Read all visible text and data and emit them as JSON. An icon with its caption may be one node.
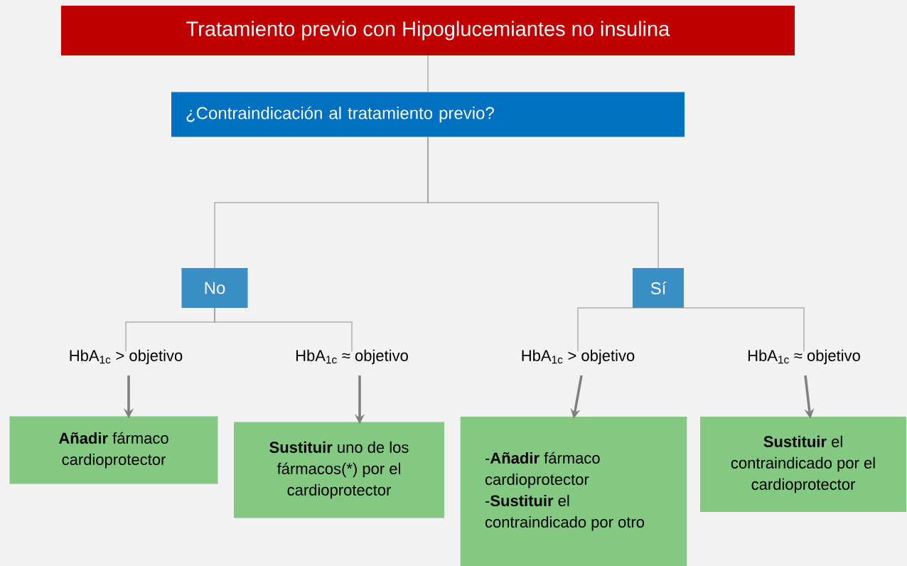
{
  "diagram": {
    "title": "Tratamiento previo con Hipoglucemiantes no insulina",
    "nodes": [
      {
        "text": [
          "¿Contraindicación al tratamiento previo?"
        ]
      },
      {
        "text": [
          "No"
        ]
      },
      {
        "text": [
          "Sí"
        ]
      },
      {
        "text": [
          "HbA$_{1c}$ > objetivo"
        ]
      },
      {
        "text": [
          "HbA$_{1c}$ ≈ objetivo"
        ]
      },
      {
        "text": [
          "HbA$_{1c}$ > objetivo"
        ]
      },
      {
        "text": [
          "HbA$_{1c}$ ≈ objetivo"
        ]
      },
      {
        "text": [
          "**Añadir** fármaco cardioprotector"
        ]
      },
      {
        "text": [
          "**Sustituir** uno de los fármacos(*) por el cardioprotector"
        ]
      },
      {
        "text": [
          "-**Añadir** fármaco cardioprotector",
          "-**Sustituir** el contraindicado por otro"
        ]
      },
      {
        "text": [
          "**Sustituir** el contraindicado  por el cardioprotector"
        ]
      }
    ],
    "edges": [
      {
        "from": 0,
        "to": 1,
        "arrow": "none"
      },
      {
        "from": 0,
        "to": 2,
        "arrow": "none"
      },
      {
        "from": 1,
        "to": 3,
        "arrow": "none"
      },
      {
        "from": 1,
        "to": 4,
        "arrow": "none"
      },
      {
        "from": 2,
        "to": 5,
        "arrow": "none"
      },
      {
        "from": 2,
        "to": 6,
        "arrow": "none"
      },
      {
        "from": 3,
        "to": 7,
        "arrow": "to",
        "style": "thick"
      },
      {
        "from": 4,
        "to": 8,
        "arrow": "to",
        "style": "thick"
      },
      {
        "from": 5,
        "to": 9,
        "arrow": "to",
        "style": "thick"
      },
      {
        "from": 6,
        "to": 10,
        "arrow": "to",
        "style": "thick"
      }
    ]
  }
}
